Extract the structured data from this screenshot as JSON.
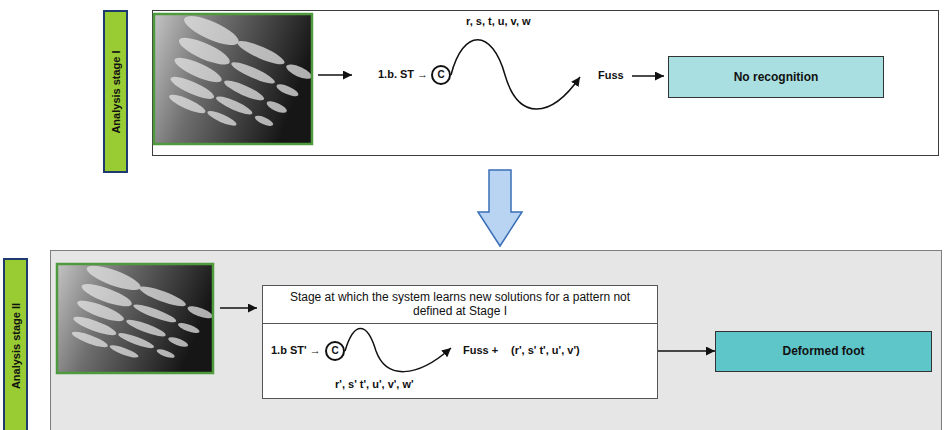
{
  "diagram": {
    "nodes": [
      {
        "text": [
          "Analysis stage I"
        ]
      },
      {
        "text": [
          "C"
        ]
      },
      {
        "text": [
          "No recognition"
        ]
      },
      {
        "text": [
          "Analysis stage II"
        ]
      },
      {
        "text": [
          "Stage at which the system learns new solutions for a pattern not defined at Stage I"
        ]
      },
      {
        "text": [
          "C"
        ],
        "in": 4
      },
      {
        "text": [
          "Deformed foot"
        ]
      }
    ],
    "edges": [
      {
        "from": 4,
        "to": 6,
        "arrow": "to"
      }
    ],
    "labels": [
      "1.b. ST →",
      "r, s, t, u, v, w",
      "Fuss",
      "1.b ST' →",
      "r', s' t', u', v', w'",
      "Fuss +",
      "(r', s' t', u', v')"
    ]
  }
}
